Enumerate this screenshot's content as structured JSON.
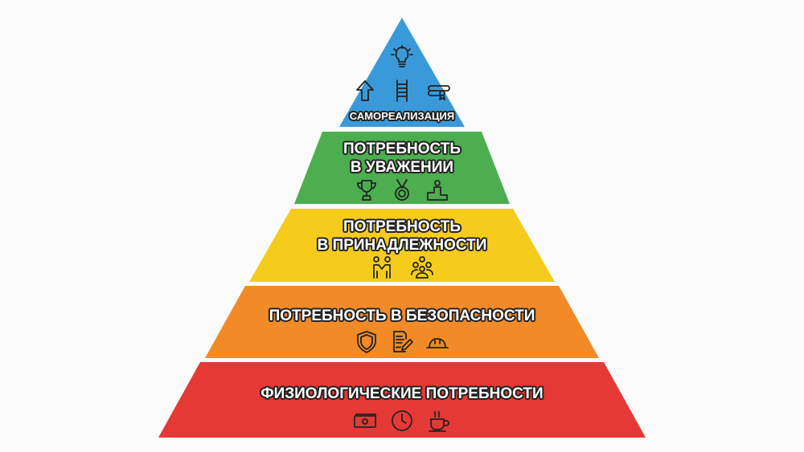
{
  "colors": {
    "self": "#3a9ad9",
    "esteem": "#4cae4f",
    "belonging": "#f6cc1c",
    "safety": "#f28a27",
    "physiological": "#e53935"
  },
  "tiers": {
    "self": {
      "label": "САМОРЕАЛИЗАЦИЯ",
      "icons": [
        "lightbulb-icon",
        "arrow-up-icon",
        "ladder-icon",
        "diploma-icon"
      ]
    },
    "esteem": {
      "line1": "ПОТРЕБНОСТЬ",
      "line2": "В УВАЖЕНИИ",
      "icons": [
        "trophy-icon",
        "medal-icon",
        "podium-icon"
      ]
    },
    "belonging": {
      "line1": "ПОТРЕБНОСТЬ",
      "line2": "В ПРИНАДЛЕЖНОСТИ",
      "icons": [
        "handshake-people-icon",
        "group-icon"
      ]
    },
    "safety": {
      "label": "ПОТРЕБНОСТЬ В БЕЗОПАСНОСТИ",
      "icons": [
        "shield-icon",
        "contract-icon",
        "hard-hat-icon"
      ]
    },
    "physiological": {
      "label": "ФИЗИОЛОГИЧЕСКИЕ ПОТРЕБНОСТИ",
      "icons": [
        "money-icon",
        "clock-icon",
        "coffee-cup-icon"
      ]
    }
  }
}
